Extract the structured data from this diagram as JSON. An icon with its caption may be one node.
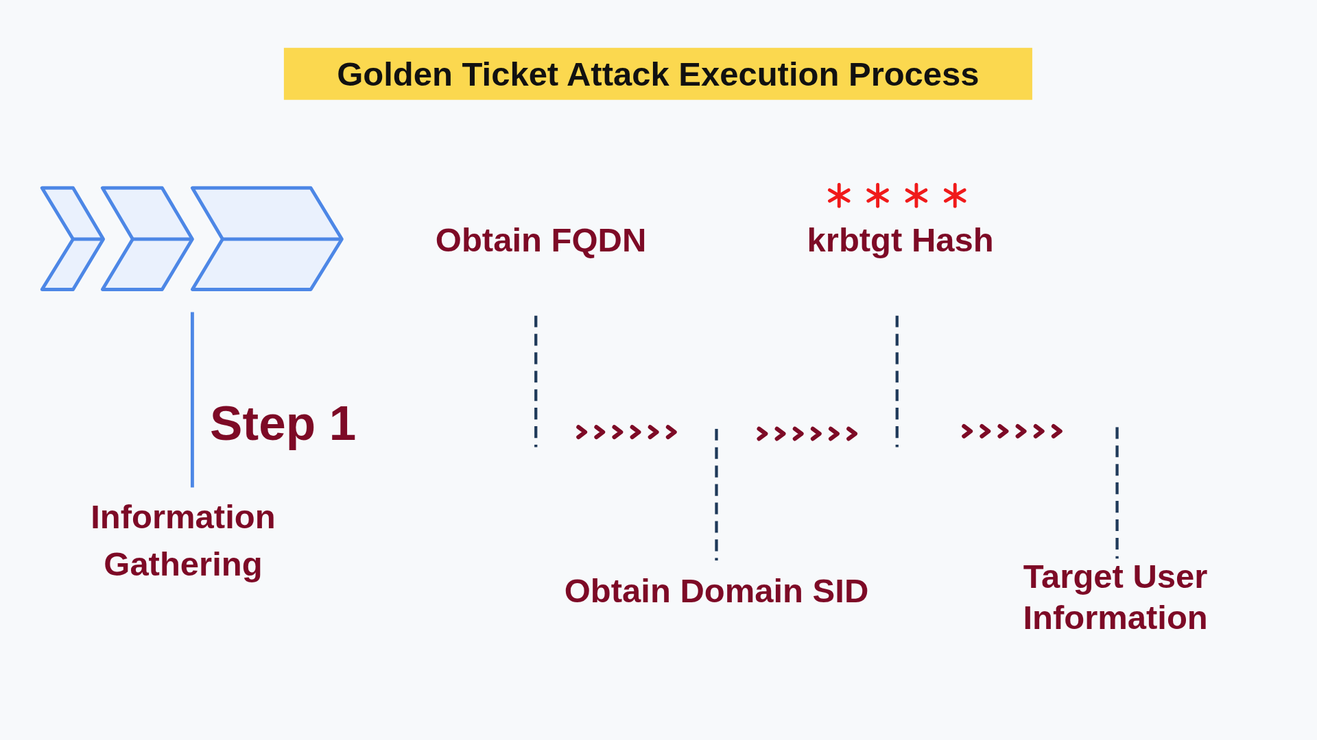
{
  "diagram": {
    "title": "Golden Ticket Attack Execution Process",
    "nodes": [
      {
        "text": [
          "Information Gathering"
        ]
      },
      {
        "text": [
          "Obtain FQDN"
        ]
      },
      {
        "text": [
          "Obtain Domain SID"
        ]
      },
      {
        "text": [
          "krbtgt Hash"
        ]
      },
      {
        "text": [
          "Target User Information"
        ]
      }
    ],
    "labels": [
      "Step 1"
    ]
  }
}
